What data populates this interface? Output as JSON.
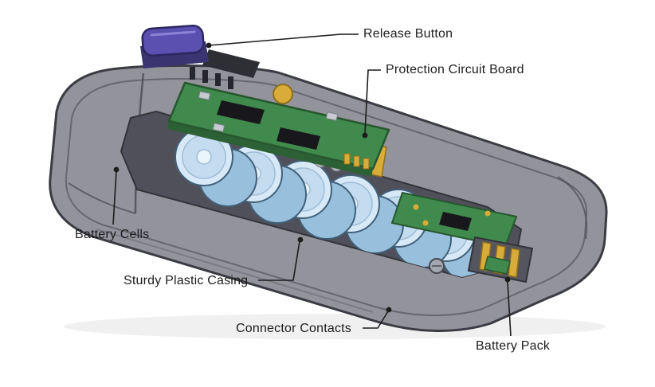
{
  "diagram": {
    "subject": "battery-pack-cutaway",
    "labels": {
      "release_button": "Release Button",
      "protection_circuit_board": "Protection Circuit Board",
      "battery_cells": "Battery Cells",
      "sturdy_plastic_casing": "Sturdy Plastic Casing",
      "connector_contacts": "Connector Contacts",
      "battery_pack": "Battery Pack"
    },
    "colors": {
      "background": "#ffffff",
      "casing_gray": "#93939b",
      "casing_outline": "#3b3b43",
      "interior_dark": "#50505a",
      "cell_blue": "#d7e9f7",
      "cell_blue_shadow": "#98bfdb",
      "pcb_green": "#3f8a4c",
      "pcb_green_dark": "#2c6136",
      "chip_black": "#17171c",
      "contact_gold": "#d9ab38",
      "button_purple": "#5b4fb0",
      "label_text": "#1d1d1f",
      "leader_line": "#1c1c1c"
    }
  }
}
